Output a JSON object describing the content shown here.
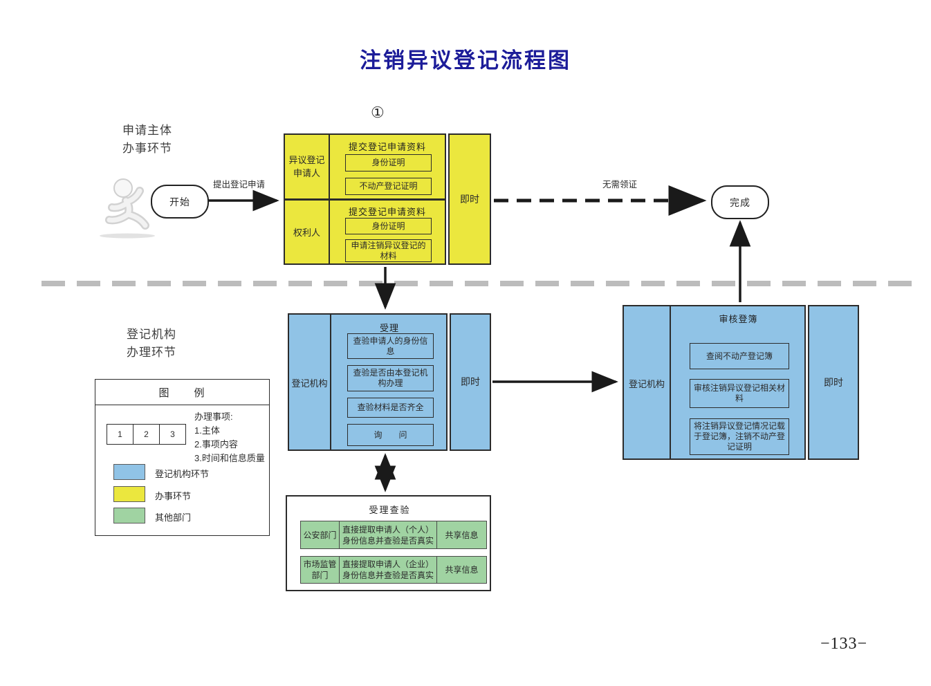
{
  "title": "注销异议登记流程图",
  "circled_step": "①",
  "page_number": "−133−",
  "lanes": {
    "top_line1": "申请主体",
    "top_line2": "办事环节",
    "bottom_line1": "登记机构",
    "bottom_line2": "办理环节"
  },
  "icons": {
    "runner": "running-person-icon"
  },
  "terminals": {
    "start": "开始",
    "finish": "完成"
  },
  "edges": {
    "apply": "提出登记申请",
    "no_cert": "无需领证"
  },
  "submit_box": {
    "applicant": "异议登记申请人",
    "rights_holder": "权利人",
    "immediate": "即时",
    "top": {
      "title": "提交登记申请资料",
      "items": [
        "身份证明",
        "不动产登记证明"
      ]
    },
    "bottom": {
      "title": "提交登记申请资料",
      "items": [
        "身份证明",
        "申请注销异议登记的材料"
      ]
    }
  },
  "accept_box": {
    "agency": "登记机构",
    "title": "受理",
    "items": [
      "查验申请人的身份信息",
      "查验是否由本登记机构办理",
      "查验材料是否齐全",
      "询　　问"
    ],
    "immediate": "即时"
  },
  "verify_box": {
    "title": "受理查验",
    "rows": [
      {
        "dept": "公安部门",
        "action": "直接提取申请人（个人）身份信息并查验是否真实",
        "info": "共享信息"
      },
      {
        "dept": "市场监管部门",
        "action": "直接提取申请人（企业）身份信息并查验是否真实",
        "info": "共享信息"
      }
    ]
  },
  "review_box": {
    "agency": "登记机构",
    "title": "审核登簿",
    "items": [
      "查阅不动产登记簿",
      "审核注销异议登记相关材料",
      "将注销异议登记情况记载于登记簿，注销不动产登记证明"
    ],
    "immediate": "即时"
  },
  "legend": {
    "title": "图　　例",
    "cells": [
      "1",
      "2",
      "3"
    ],
    "notes": [
      "办理事项:",
      "1.主体",
      "2.事项内容",
      "3.时间和信息质量"
    ],
    "swatches": [
      {
        "label": "登记机构环节",
        "color": "#90c3e6"
      },
      {
        "label": "办事环节",
        "color": "#ebe73e"
      },
      {
        "label": "其他部门",
        "color": "#a0d3a2"
      }
    ]
  },
  "colors": {
    "agency_step": "#90c3e6",
    "task_step": "#ebe73e",
    "other_dept": "#a0d3a2",
    "title_text": "#1c1c99",
    "divider": "#bcbcbc",
    "arrow": "#1a1a1a"
  }
}
